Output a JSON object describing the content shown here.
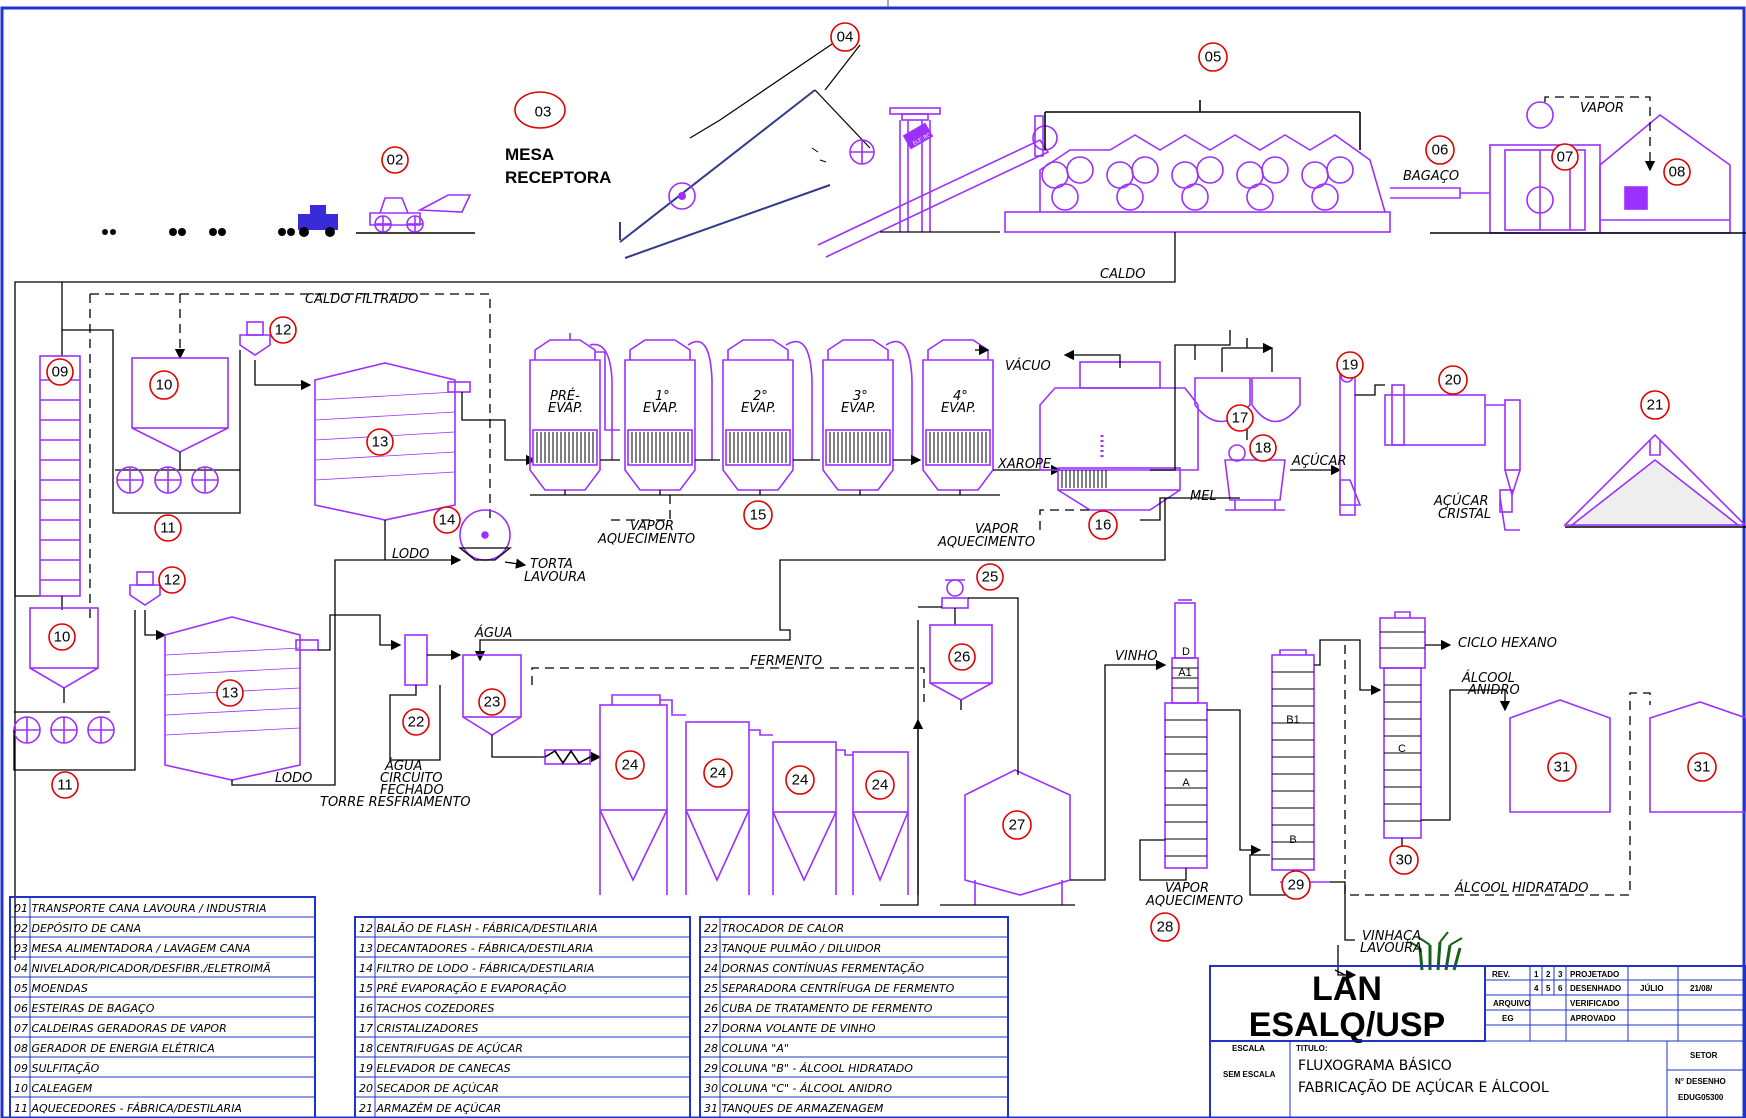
{
  "callouts": [
    {
      "num": "02"
    },
    {
      "num": "03"
    },
    {
      "num": "04"
    },
    {
      "num": "05"
    },
    {
      "num": "06"
    },
    {
      "num": "07"
    },
    {
      "num": "08"
    },
    {
      "num": "09"
    },
    {
      "num": "10"
    },
    {
      "num": "11"
    },
    {
      "num": "12"
    },
    {
      "num": "13"
    },
    {
      "num": "14"
    },
    {
      "num": "15"
    },
    {
      "num": "16"
    },
    {
      "num": "17"
    },
    {
      "num": "18"
    },
    {
      "num": "19"
    },
    {
      "num": "20"
    },
    {
      "num": "21"
    },
    {
      "num": "22"
    },
    {
      "num": "23"
    },
    {
      "num": "24"
    },
    {
      "num": "25"
    },
    {
      "num": "26"
    },
    {
      "num": "27"
    },
    {
      "num": "28"
    },
    {
      "num": "29"
    },
    {
      "num": "30"
    },
    {
      "num": "31"
    }
  ],
  "flow_labels": {
    "mesa_receptora_1": "MESA",
    "mesa_receptora_2": "RECEPTORA",
    "vapor": "VAPOR",
    "bagaco": "BAGAÇO",
    "caldo": "CALDO",
    "caldo_filtrado": "CALDO FILTRADO",
    "vacuo": "VÁCUO",
    "xarope": "XAROPE",
    "acucar": "AÇÚCAR",
    "mel": "MEL",
    "acucar_cristal_1": "AÇÚCAR",
    "acucar_cristal_2": "CRISTAL",
    "vapor_aquecimento_1a": "VAPOR",
    "vapor_aquecimento_1b": "AQUECIMENTO",
    "vapor_aquecimento_2a": "VAPOR",
    "vapor_aquecimento_2b": "AQUECIMENTO",
    "vapor_aquecimento_3a": "VAPOR",
    "vapor_aquecimento_3b": "AQUECIMENTO",
    "lodo_1": "LODO",
    "lodo_2": "LODO",
    "torta_1": "TORTA",
    "torta_2": "LAVOURA",
    "agua": "ÁGUA",
    "fermento": "FERMENTO",
    "agua_circuito_1": "ÁGUA",
    "agua_circuito_2": "CIRCUITO",
    "agua_circuito_3": "FECHADO",
    "torre": "TORRE RESFRIAMENTO",
    "vinho": "VINHO",
    "ciclo_hexano": "CICLO HEXANO",
    "alcool_anidro_1": "ÁLCOOL",
    "alcool_anidro_2": "ANIDRO",
    "alcool_hidratado": "ÁLCOOL HIDRATADO",
    "vinhaca_1": "VINHAÇA",
    "vinhaca_2": "LAVOURA",
    "col_d": "D",
    "col_a1": "A1",
    "col_a": "A",
    "col_b1": "B1",
    "col_b": "B",
    "col_c": "C",
    "evap_pre_1": "PRÉ-",
    "evap_pre_2": "EVAP.",
    "evap_1_1": "1°",
    "evap_1_2": "EVAP.",
    "evap_2_1": "2°",
    "evap_2_2": "EVAP.",
    "evap_3_1": "3°",
    "evap_3_2": "EVAP.",
    "evap_4_1": "4°",
    "evap_4_2": "EVAP.",
    "eletroima": "ELETRO-IMÃ"
  },
  "legend_col1": [
    "01 TRANSPORTE CANA LAVOURA / INDUSTRIA",
    "02 DEPÓSITO DE CANA",
    "03 MESA ALIMENTADORA / LAVAGEM CANA",
    "04 NIVELADOR/PICADOR/DESFIBR./ELETROIMÃ",
    "05 MOENDAS",
    "06 ESTEIRAS DE BAGAÇO",
    "07 CALDEIRAS GERADORAS DE VAPOR",
    "08 GERADOR DE ENERGIA ELÉTRICA",
    "09 SULFITAÇÃO",
    "10 CALEAGEM",
    "11 AQUECEDORES - FÁBRICA/DESTILARIA"
  ],
  "legend_col2": [
    "12 BALÃO DE FLASH - FÁBRICA/DESTILARIA",
    "13 DECANTADORES - FÁBRICA/DESTILARIA",
    "14 FILTRO DE LODO - FÁBRICA/DESTILARIA",
    "15 PRÉ EVAPORAÇÃO E EVAPORAÇÃO",
    "16 TACHOS COZEDORES",
    "17 CRISTALIZADORES",
    "18 CENTRIFUGAS DE AÇÚCAR",
    "19 ELEVADOR DE CANECAS",
    "20 SECADOR DE AÇÚCAR",
    "21 ARMAZÉM DE AÇÚCAR"
  ],
  "legend_col3": [
    "22 TROCADOR DE CALOR",
    "23 TANQUE PULMÃO / DILUIDOR",
    "24 DORNAS CONTÍNUAS FERMENTAÇÃO",
    "25 SEPARADORA CENTRÍFUGA DE FERMENTO",
    "26 CUBA DE TRATAMENTO DE FERMENTO",
    "27 DORNA VOLANTE DE VINHO",
    "28 COLUNA \"A\"",
    "29 COLUNA \"B\" - ÁLCOOL HIDRATADO",
    "30 COLUNA \"C\" - ÁLCOOL ANIDRO",
    "31 TANQUES DE ARMAZENAGEM"
  ],
  "title_block": {
    "org_1": "LAN",
    "org_2": "ESALQ/USP",
    "rev": "REV.",
    "rev_nums_1": [
      "1",
      "2",
      "3"
    ],
    "rev_nums_2": [
      "4",
      "5",
      "6"
    ],
    "projetado": "PROJETADO",
    "desenhado": "DESENHADO",
    "desenhado_by": "JÚLIO",
    "desenhado_date": "21/08/",
    "arquivo": "ARQUIVO",
    "arquivo_val": "EG",
    "verificado": "VERIFICADO",
    "aprovado": "APROVADO",
    "escala": "ESCALA",
    "escala_val": "SEM ESCALA",
    "titulo": "TITULO:",
    "titulo_1": "FLUXOGRAMA BÁSICO",
    "titulo_2": "FABRICAÇÃO DE AÇÚCAR E ÁLCOOL",
    "setor": "SETOR",
    "n_desenho": "N° DESENHO",
    "n_desenho_val": "EDUG05300"
  }
}
